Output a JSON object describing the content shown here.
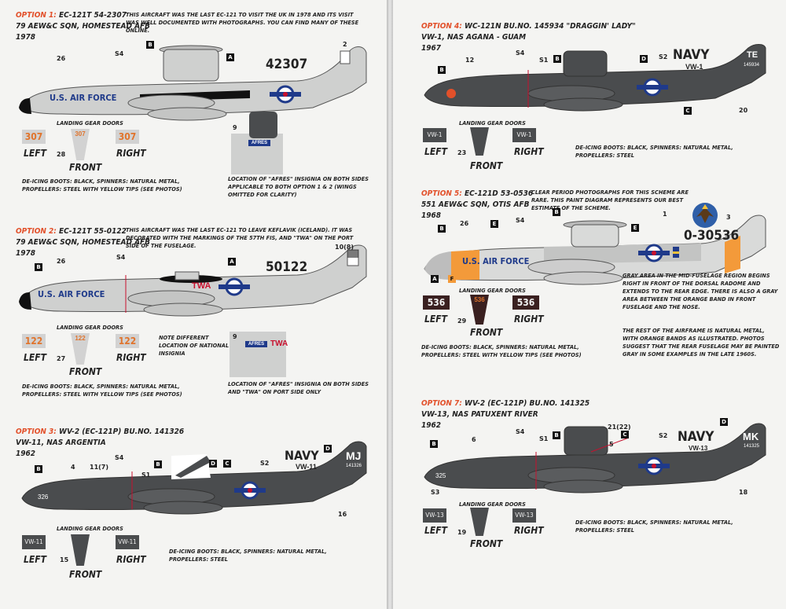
{
  "left_page": {
    "option1": {
      "header_option": "OPTION 1:",
      "header_rest": " EC-121T 54-2307",
      "unit": "79 AEW&C SQN, HOMESTEAD AFB",
      "year": "1978",
      "note": "THIS AIRCRAFT WAS THE LAST EC-121 TO VISIT THE UK IN 1978 AND ITS VISIT WAS WELL DOCUMENTED WITH PHOTOGRAPHS. YOU CAN FIND MANY OF THESE ONLINE.",
      "serial": "42307",
      "fuselage_text": "U.S. AIR FORCE",
      "callouts": [
        "B",
        "26",
        "S4",
        "A",
        "2"
      ],
      "doors_title": "LANDING GEAR DOORS",
      "door_left": "307",
      "door_front": "307",
      "door_right": "307",
      "left": "LEFT",
      "front": "FRONT",
      "right": "RIGHT",
      "front_num": "28",
      "deicing": "DE-ICING BOOTS: BLACK, SPINNERS: NATURAL METAL, PROPELLERS: STEEL WITH YELLOW TIPS (SEE PHOTOS)",
      "inset_num": "9",
      "inset_text": "AFRES",
      "inset_caption": "LOCATION OF \"AFRES\" INSIGNIA ON BOTH SIDES APPLICABLE TO BOTH OPTION 1 & 2 (WINGS OMITTED FOR CLARITY)"
    },
    "option2": {
      "header_option": "OPTION 2:",
      "header_rest": " EC-121T 55-0122",
      "unit": "79 AEW&C SQN, HOMESTEAD AFB",
      "year": "1978",
      "note": "THIS AIRCRAFT WAS THE LAST EC-121 TO LEAVE KEFLAVIK (ICELAND). IT WAS DECORATED WITH THE MARKINGS OF THE 57TH FIS, AND \"TWA\" ON THE PORT SIDE OF THE FUSELAGE.",
      "serial": "50122",
      "fuselage_text": "U.S. AIR FORCE",
      "twa": "TWA",
      "callouts": [
        "B",
        "26",
        "S4",
        "A",
        "10(8)"
      ],
      "insignia_note": "NOTE DIFFERENT LOCATION OF NATIONAL INSIGNIA",
      "doors_title": "LANDING GEAR DOORS",
      "door_left": "122",
      "door_front": "122",
      "door_right": "122",
      "left": "LEFT",
      "front": "FRONT",
      "right": "RIGHT",
      "front_num": "27",
      "deicing": "DE-ICING BOOTS: BLACK, SPINNERS: NATURAL METAL, PROPELLERS: STEEL WITH YELLOW TIPS (SEE PHOTOS)",
      "inset_num": "9",
      "inset_text": "AFRES",
      "inset_twa": "TWA",
      "inset_caption": "LOCATION OF \"AFRES\" INSIGNIA ON BOTH SIDES AND \"TWA\" ON PORT SIDE ONLY"
    },
    "option3": {
      "header_option": "OPTION 3:",
      "header_rest": " WV-2 (EC-121P) BU.NO. 141326",
      "unit": "VW-11, NAS ARGENTIA",
      "year": "1962",
      "navy": "NAVY",
      "squadron": "VW-11",
      "tail": "MJ",
      "tail_num": "141326",
      "nose": "326",
      "callouts": [
        "B",
        "4",
        "11(7)",
        "S4",
        "B",
        "S1",
        "D",
        "C",
        "S2",
        "D",
        "16"
      ],
      "doors_title": "LANDING GEAR DOORS",
      "door_left": "VW-11",
      "door_right": "VW-11",
      "left": "LEFT",
      "front": "FRONT",
      "right": "RIGHT",
      "front_num": "15",
      "deicing": "DE-ICING BOOTS: BLACK, SPINNERS: NATURAL METAL, PROPELLERS: STEEL"
    }
  },
  "right_page": {
    "option4": {
      "header_option": "OPTION 4:",
      "header_rest": " WC-121N BU.NO. 145934 \"DRAGGIN' LADY\"",
      "unit": "VW-1, NAS AGANA - GUAM",
      "year": "1967",
      "navy": "NAVY",
      "squadron": "VW-1",
      "tail": "TE",
      "tail_num": "145934",
      "callouts": [
        "B",
        "12",
        "S4",
        "S1",
        "B",
        "D",
        "S2",
        "C",
        "20"
      ],
      "doors_title": "LANDING GEAR DOORS",
      "door_left": "VW-1",
      "door_right": "VW-1",
      "left": "LEFT",
      "front": "FRONT",
      "right": "RIGHT",
      "front_num": "23",
      "deicing": "DE-ICING BOOTS: BLACK, SPINNERS: NATURAL METAL, PROPELLERS: STEEL"
    },
    "option5": {
      "header_option": "OPTION 5:",
      "header_rest": " EC-121D 53-0536",
      "unit": "551 AEW&C SQN, OTIS AFB",
      "year": "1968",
      "note": "CLEAR PERIOD PHOTOGRAPHS FOR THIS SCHEME ARE RARE. THIS PAINT DIAGRAM REPRESENTS OUR BEST ESTIMATE OF THE SCHEME.",
      "serial": "0-30536",
      "fuselage_text": "U.S. AIR FORCE",
      "callouts": [
        "B",
        "26",
        "S4",
        "E",
        "B",
        "E",
        "1",
        "3",
        "A",
        "F"
      ],
      "gray_note": "GRAY AREA IN THE MID-FUSELAGE REGION BEGINS RIGHT IN FRONT OF THE DORSAL RADOME AND EXTENDS TO THE REAR EDGE. THERE IS ALSO A GRAY AREA BETWEEN THE ORANGE BAND IN FRONT FUSELAGE AND THE NOSE.",
      "metal_note": "THE REST OF THE AIRFRAME IS NATURAL METAL, WITH ORANGE BANDS AS ILLUSTRATED. PHOTOS SUGGEST THAT THE REAR FUSELAGE MAY BE PAINTED GRAY IN SOME EXAMPLES IN THE LATE 1960S.",
      "doors_title": "LANDING GEAR DOORS",
      "door_left": "536",
      "door_front": "536",
      "door_right": "536",
      "left": "LEFT",
      "front": "FRONT",
      "right": "RIGHT",
      "front_num": "29",
      "deicing": "DE-ICING BOOTS: BLACK, SPINNERS: NATURAL METAL, PROPELLERS: STEEL WITH YELLOW TIPS (SEE PHOTOS)"
    },
    "option7": {
      "header_option": "OPTION 7:",
      "header_rest": " WV-2 (EC-121P) BU.NO. 141325",
      "unit": "VW-13, NAS PATUXENT RIVER",
      "year": "1962",
      "navy": "NAVY",
      "squadron": "VW-13",
      "tail": "MK",
      "tail_num": "141325",
      "nose": "325",
      "callouts": [
        "B",
        "6",
        "S4",
        "S1",
        "B",
        "21(22)",
        "5",
        "C",
        "S2",
        "D",
        "S3",
        "18"
      ],
      "doors_title": "LANDING GEAR DOORS",
      "door_left": "VW-13",
      "door_right": "VW-13",
      "left": "LEFT",
      "front": "FRONT",
      "right": "RIGHT",
      "front_num": "19",
      "deicing": "DE-ICING BOOTS: BLACK, SPINNERS: NATURAL METAL, PROPELLERS: STEEL"
    }
  },
  "colors": {
    "light_gray": "#cfd0cf",
    "dark_gray": "#4a4c4e",
    "orange": "#f39a3a",
    "accent_red": "#e2502a",
    "insignia_blue": "#1f3a8a",
    "door_red": "#3a2020"
  }
}
